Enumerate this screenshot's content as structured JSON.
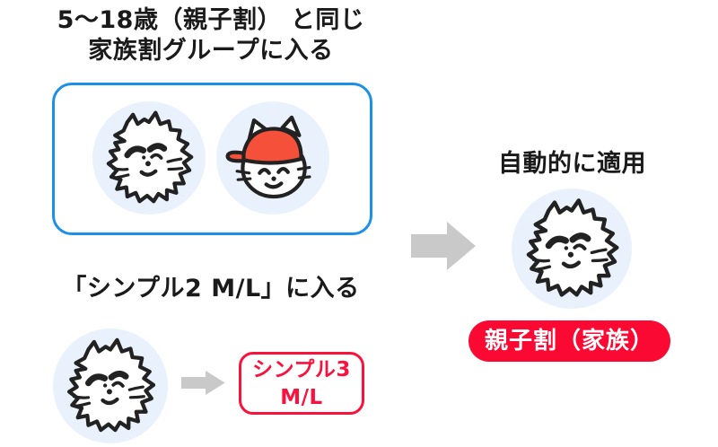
{
  "step1": {
    "title_line1": "5〜18歳（親子割） と同じ",
    "title_line2": "家族割グループに入る"
  },
  "step2": {
    "title": "「シンプル2 M/L」に入る",
    "plan_box": {
      "line1": "シンプル3",
      "line2": "M/L"
    }
  },
  "result": {
    "title": "自動的に適用",
    "badge_label": "親子割（家族）"
  },
  "icons": {
    "parent_character": "fluffy-parent-face-icon",
    "child_character": "child-face-with-red-cap-icon",
    "big_arrow": "right-arrow-icon",
    "small_arrow": "right-arrow-icon"
  },
  "colors": {
    "text": "#1a1a1a",
    "group_box_border": "#1b90e8",
    "avatar_bg": "#e9f1fc",
    "badge_red": "#fa0a32",
    "plan_box_red": "#f8123d",
    "cap_red": "#f4503a",
    "arrow_gray": "#c9c9c9"
  }
}
